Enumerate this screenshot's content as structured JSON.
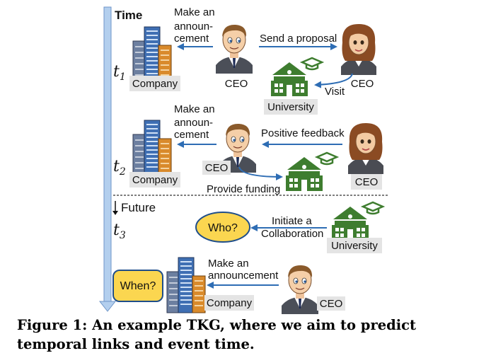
{
  "figure": {
    "caption": "Figure 1: An example TKG, where we aim to predict temporal links and event time.",
    "timeline": {
      "title": "Time",
      "t1": "t",
      "t1_sub": "1",
      "t2": "t",
      "t2_sub": "2",
      "t3": "t",
      "t3_sub": "3",
      "future": "Future"
    },
    "labels": {
      "company": "Company",
      "ceo": "CEO",
      "university": "University",
      "who": "Who?",
      "when": "When?"
    },
    "edges": {
      "announce_line1": "Make an",
      "announce_line2": "announ-",
      "announce_line3": "cement",
      "send_proposal": "Send a proposal",
      "visit": "Visit",
      "positive_feedback": "Positive feedback",
      "provide_funding": "Provide funding",
      "initiate_line1": "Initiate a",
      "initiate_line2": "Collaboration",
      "announce_full_line1": "Make an",
      "announce_full_line2": "announcement"
    },
    "colors": {
      "arrow": "#2e6db4",
      "timeline": "#a9c8ec",
      "university_green": "#3e7d2f",
      "bubble_fill": "#fbd650",
      "bubble_stroke": "#1f4e8a"
    }
  }
}
